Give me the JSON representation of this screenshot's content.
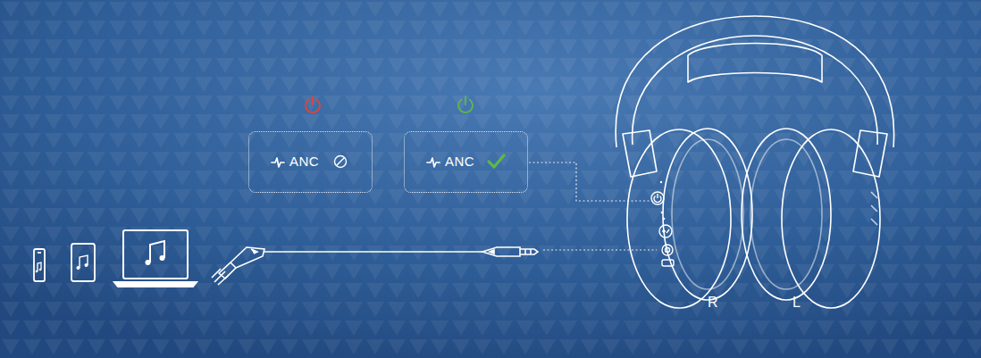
{
  "diagram": {
    "nodes": [
      {
        "text": [
          "ANC"
        ]
      },
      {
        "text": [
          "ANC"
        ]
      }
    ],
    "labels": [
      "R",
      "L"
    ]
  }
}
